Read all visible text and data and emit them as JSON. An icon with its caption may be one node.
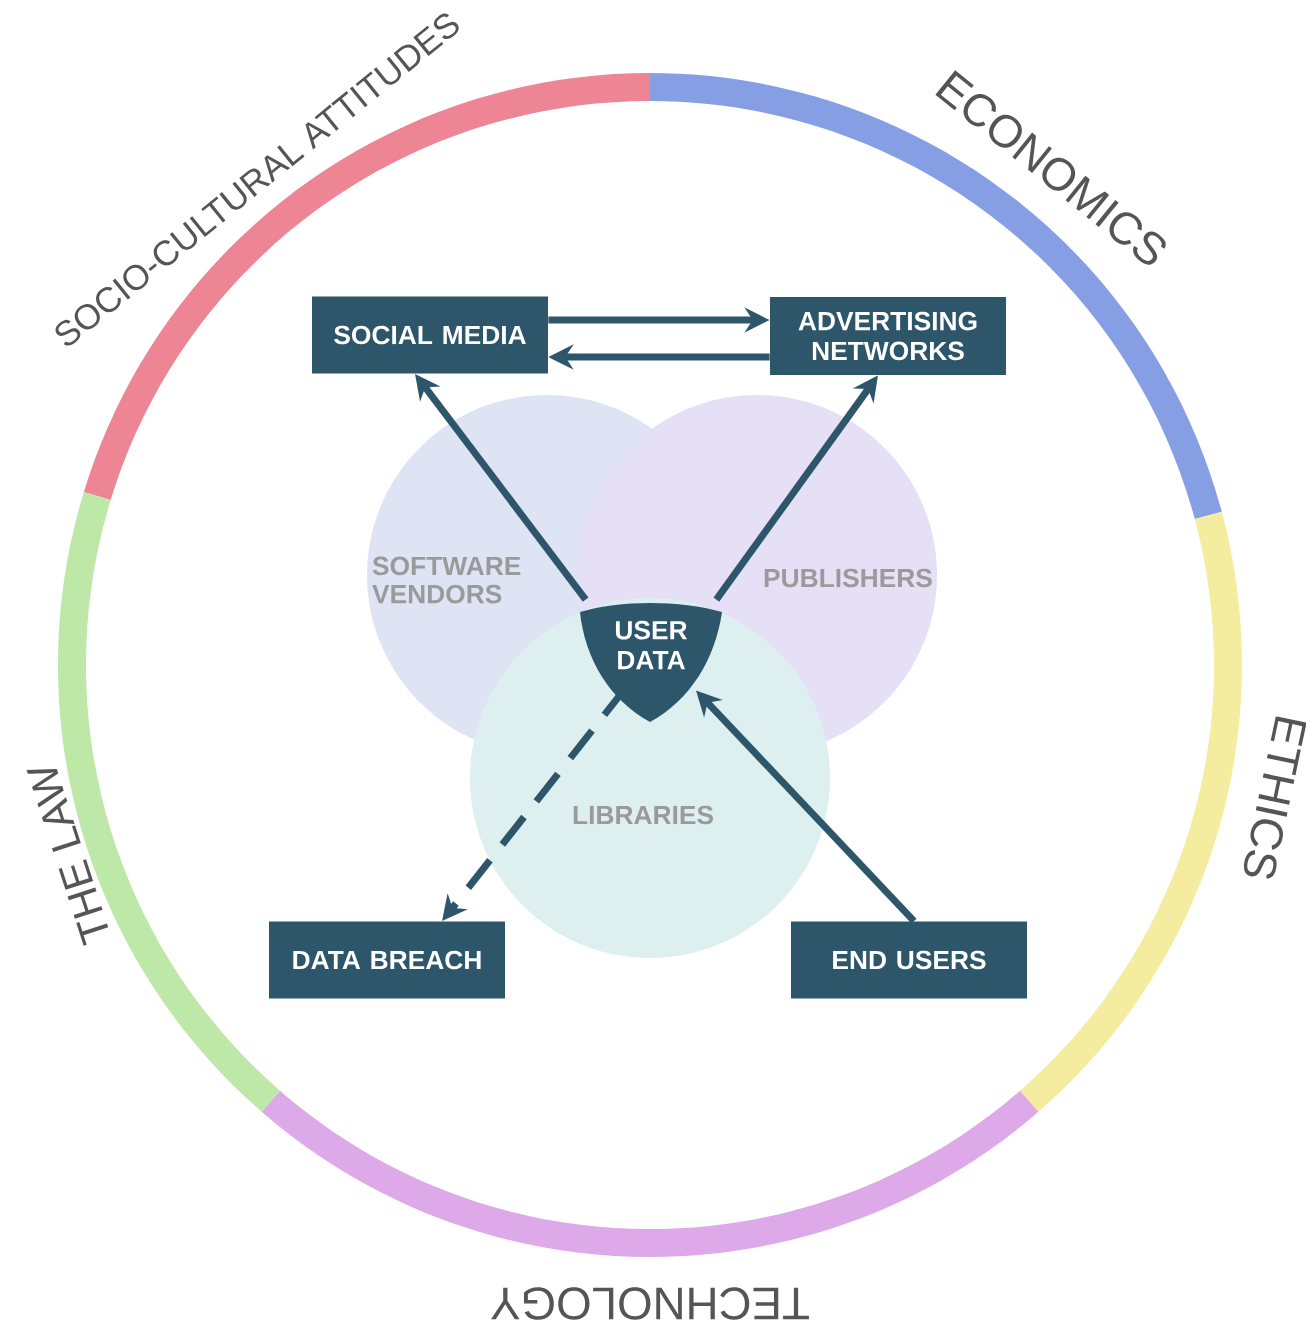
{
  "diagram": {
    "nodes": [
      {
        "text": [
          "SOCIO-CULTURAL ATTITUDES"
        ]
      },
      {
        "text": [
          "ECONOMICS"
        ]
      },
      {
        "text": [
          "ETHICS"
        ]
      },
      {
        "text": [
          "TECHNOLOGY"
        ]
      },
      {
        "text": [
          "THE LAW"
        ]
      },
      {
        "text": [
          "SOCIAL MEDIA"
        ]
      },
      {
        "text": [
          "ADVERTISING NETWORKS"
        ]
      },
      {
        "text": [
          "SOFTWARE VENDORS"
        ]
      },
      {
        "text": [
          "PUBLISHERS"
        ]
      },
      {
        "text": [
          "USER DATA"
        ]
      },
      {
        "text": [
          "LIBRARIES"
        ]
      },
      {
        "text": [
          "DATA BREACH"
        ]
      },
      {
        "text": [
          "END USERS"
        ]
      }
    ],
    "edges": [
      {
        "from": 5,
        "to": 6,
        "arrow": "to"
      },
      {
        "from": 6,
        "to": 5,
        "arrow": "to"
      },
      {
        "from": 9,
        "to": 5,
        "arrow": "to"
      },
      {
        "from": 9,
        "to": 6,
        "arrow": "to"
      },
      {
        "from": 9,
        "to": 11,
        "arrow": "to",
        "style": "dashed"
      },
      {
        "from": 12,
        "to": 9,
        "arrow": "to"
      }
    ]
  }
}
